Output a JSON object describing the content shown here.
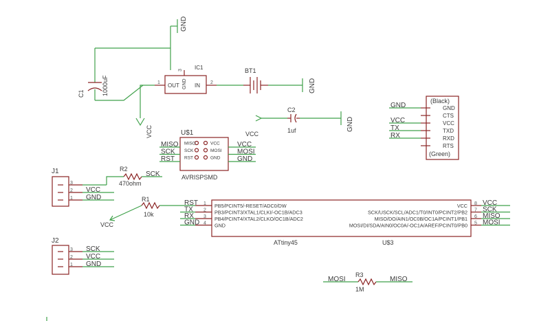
{
  "labels": {
    "gnd": "GND",
    "vcc": "VCC",
    "sck": "SCK",
    "miso": "MISO",
    "mosi": "MOSI",
    "rst": "RST",
    "tx": "TX",
    "rx": "RX"
  },
  "c1": {
    "name": "C1",
    "value": "1000uF"
  },
  "ic1": {
    "name": "IC1",
    "pin_out": "OUT",
    "pin_gnd": "GND",
    "pin_in": "IN",
    "pin1": "1",
    "pin2": "2",
    "pin3": "3"
  },
  "bt1": {
    "name": "BT1"
  },
  "c2": {
    "name": "C2",
    "value": "1uf"
  },
  "ftdi": {
    "header": "(Black)",
    "footer": "(Green)",
    "pins": [
      "GND",
      "CTS",
      "VCC",
      "TXD",
      "RXD",
      "RTS"
    ]
  },
  "isp": {
    "name": "U$1",
    "value": "AVRISPSMD",
    "left_pins": [
      "MISO",
      "SCK",
      "RST"
    ],
    "right_pins": [
      "VCC",
      "MOSI",
      "GND"
    ]
  },
  "j1": {
    "name": "J1",
    "pins": [
      "3",
      "2",
      "1"
    ]
  },
  "j2": {
    "name": "J2",
    "pins": [
      "3",
      "2",
      "1"
    ]
  },
  "r2": {
    "name": "R2",
    "value": "470ohm"
  },
  "r1": {
    "name": "R1",
    "value": "10k"
  },
  "r3": {
    "name": "R3",
    "value": "1M"
  },
  "mcu": {
    "name": "U$3",
    "value": "ATtiny45",
    "left_pins": [
      {
        "num": "1",
        "label": "PB5/PCINT5/-RESET/ADC0/DW"
      },
      {
        "num": "2",
        "label": "PB3/PCINT3/XTAL1/CLKI/-OC1B/ADC3"
      },
      {
        "num": "3",
        "label": "PB4/PCINT4/XTAL2/CLKO/OC1B/ADC2"
      },
      {
        "num": "4",
        "label": "GND"
      }
    ],
    "right_pins": [
      {
        "num": "8",
        "label": "VCC"
      },
      {
        "num": "7",
        "label": "SCK/USCK/SCL/ADC1/T0/INT0/PCINT2/PB2"
      },
      {
        "num": "6",
        "label": "MISO/DO/AIN1/OC0B/OC1A/PCINT1/PB1"
      },
      {
        "num": "5",
        "label": "MOSI/DI/SDA/AIN0/OC0A/-OC1A/AREF/PCINT0/PB0"
      }
    ]
  }
}
